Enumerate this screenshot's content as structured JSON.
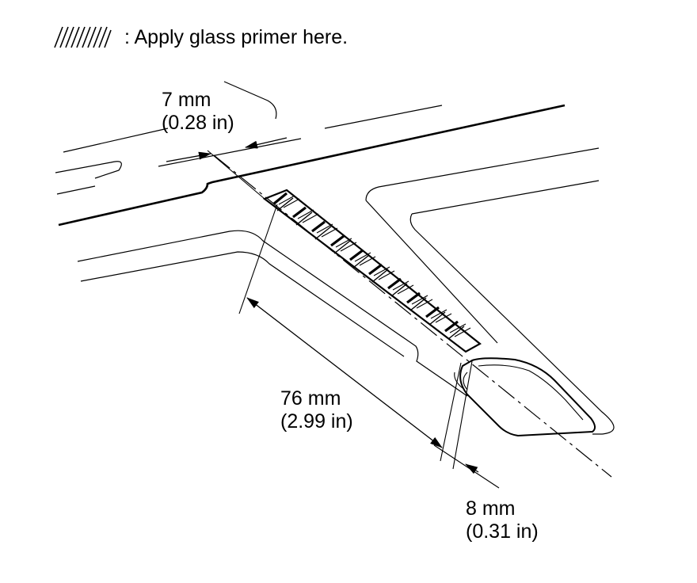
{
  "legend": {
    "text": ": Apply glass primer here."
  },
  "dimensions": {
    "width_top": {
      "metric": "7 mm",
      "imperial": "(0.28 in)"
    },
    "length": {
      "metric": "76 mm",
      "imperial": "(2.99 in)"
    },
    "width_end": {
      "metric": "8 mm",
      "imperial": "(0.31 in)"
    }
  },
  "colors": {
    "ink": "#000000",
    "paper": "#ffffff"
  }
}
